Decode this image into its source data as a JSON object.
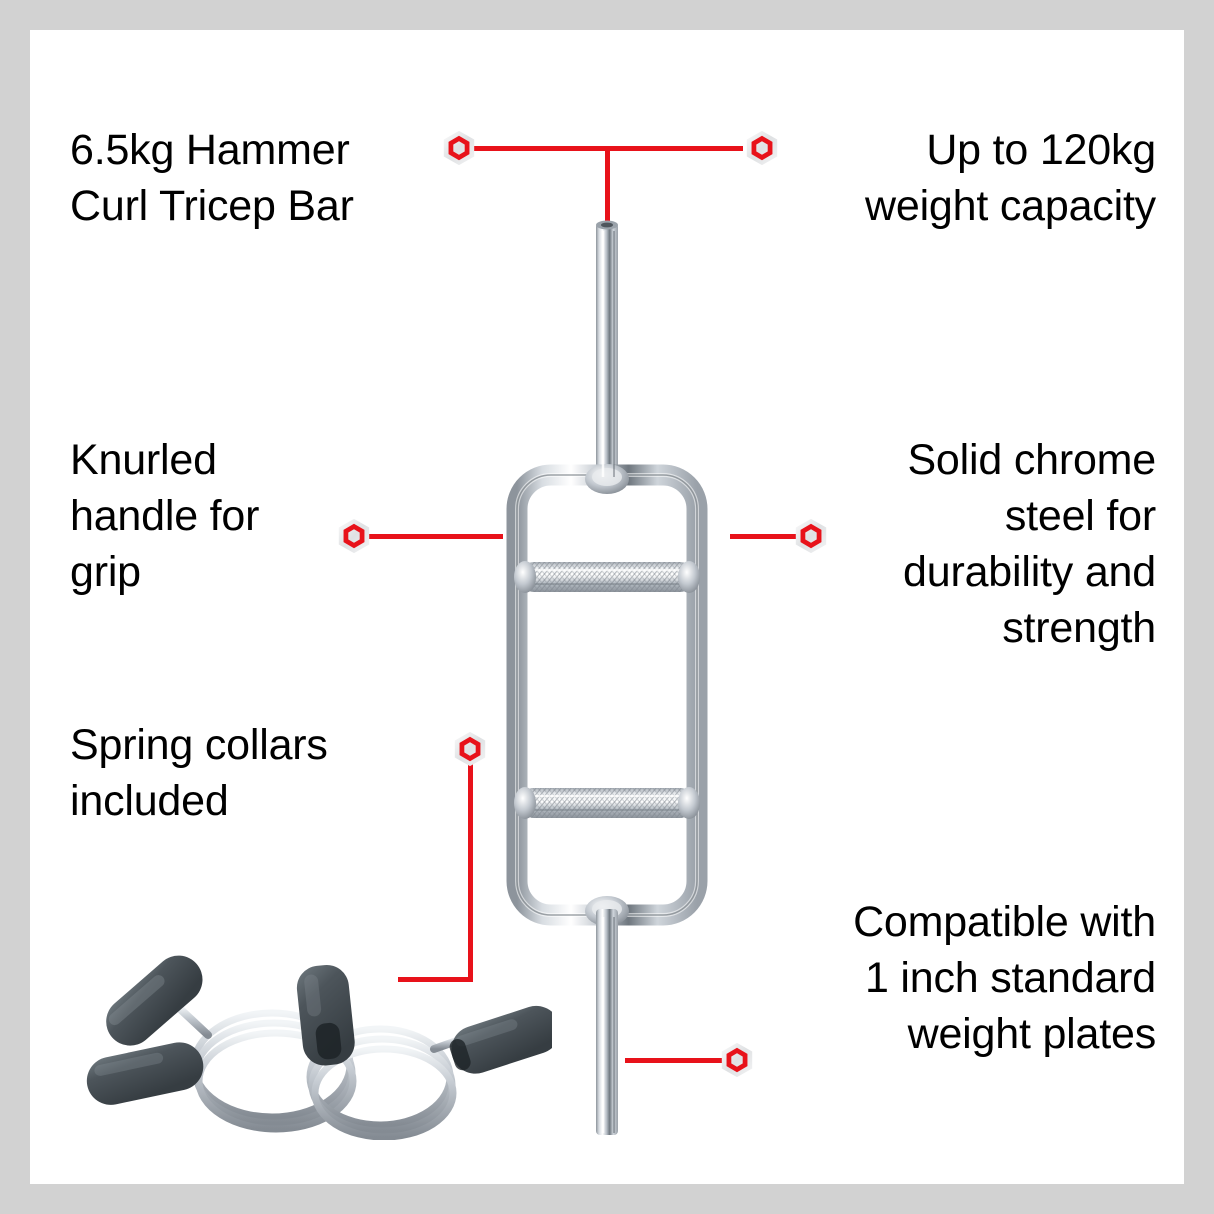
{
  "page": {
    "title": "6.5kg Hammer Curl Tricep Bar product feature infographic",
    "background_color": "#d2d2d2",
    "panel_color": "#ffffff",
    "accent_color": "#e8121a",
    "text_color": "#000000"
  },
  "callouts": [
    {
      "id": "weight-bar",
      "text": "6.5kg Hammer\nCurl Tricep Bar",
      "align": "left",
      "marker": "hexagon-bullet-icon"
    },
    {
      "id": "capacity",
      "text": "Up to 120kg\nweight capacity",
      "align": "right",
      "marker": "hexagon-bullet-icon"
    },
    {
      "id": "knurled",
      "text": "Knurled\nhandle for\ngrip",
      "align": "left",
      "marker": "hexagon-bullet-icon"
    },
    {
      "id": "chrome",
      "text": "Solid chrome\nsteel for\ndurability and\nstrength",
      "align": "right",
      "marker": "hexagon-bullet-icon"
    },
    {
      "id": "collars",
      "text": "Spring collars\nincluded",
      "align": "left",
      "marker": "hexagon-bullet-icon"
    },
    {
      "id": "compatible",
      "text": "Compatible with\n1 inch standard\nweight plates",
      "align": "right",
      "marker": "hexagon-bullet-icon"
    }
  ],
  "product_images": [
    {
      "id": "tricep-bar",
      "name": "hammer-curl-tricep-bar-photo",
      "description": "Chrome hammer curl tricep bar with rectangular frame and two knurled handles",
      "finish_color": "#c9ced6"
    },
    {
      "id": "spring-collars",
      "name": "spring-collars-photo",
      "description": "Pair of chrome spring collars with dark grey rubber grips",
      "grip_color": "#4b5358",
      "wire_color": "#c6cbd2"
    }
  ]
}
